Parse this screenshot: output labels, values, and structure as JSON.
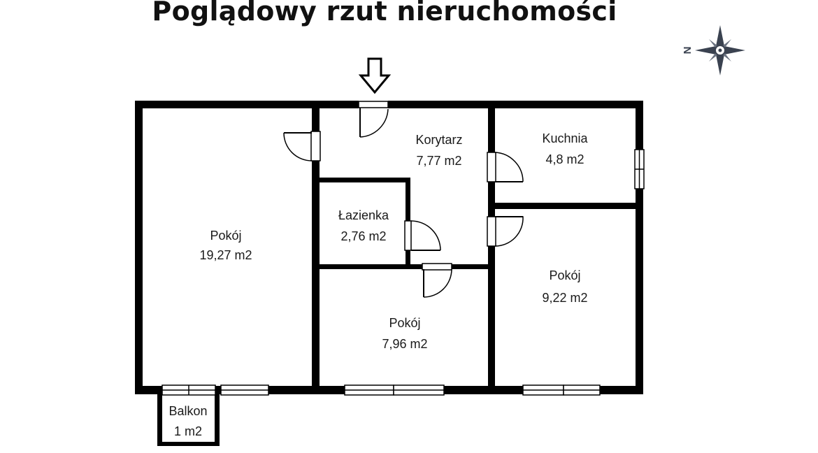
{
  "title": "Poglądowy rzut nieruchomości",
  "compass": {
    "direction_label": "N",
    "icon": "compass-rose-icon",
    "color": "#3a4250"
  },
  "entrance": {
    "icon": "arrow-down-icon"
  },
  "rooms": [
    {
      "id": "pokoj-1",
      "name": "Pokój",
      "area": "19,27 m2"
    },
    {
      "id": "korytarz",
      "name": "Korytarz",
      "area": "7,77 m2"
    },
    {
      "id": "kuchnia",
      "name": "Kuchnia",
      "area": "4,8 m2"
    },
    {
      "id": "lazienka",
      "name": "Łazienka",
      "area": "2,76 m2"
    },
    {
      "id": "pokoj-2",
      "name": "Pokój",
      "area": "7,96 m2"
    },
    {
      "id": "pokoj-3",
      "name": "Pokój",
      "area": "9,22 m2"
    },
    {
      "id": "balkon",
      "name": "Balkon",
      "area": "1 m2"
    }
  ],
  "colors": {
    "wall": "#000000",
    "background": "#ffffff"
  }
}
